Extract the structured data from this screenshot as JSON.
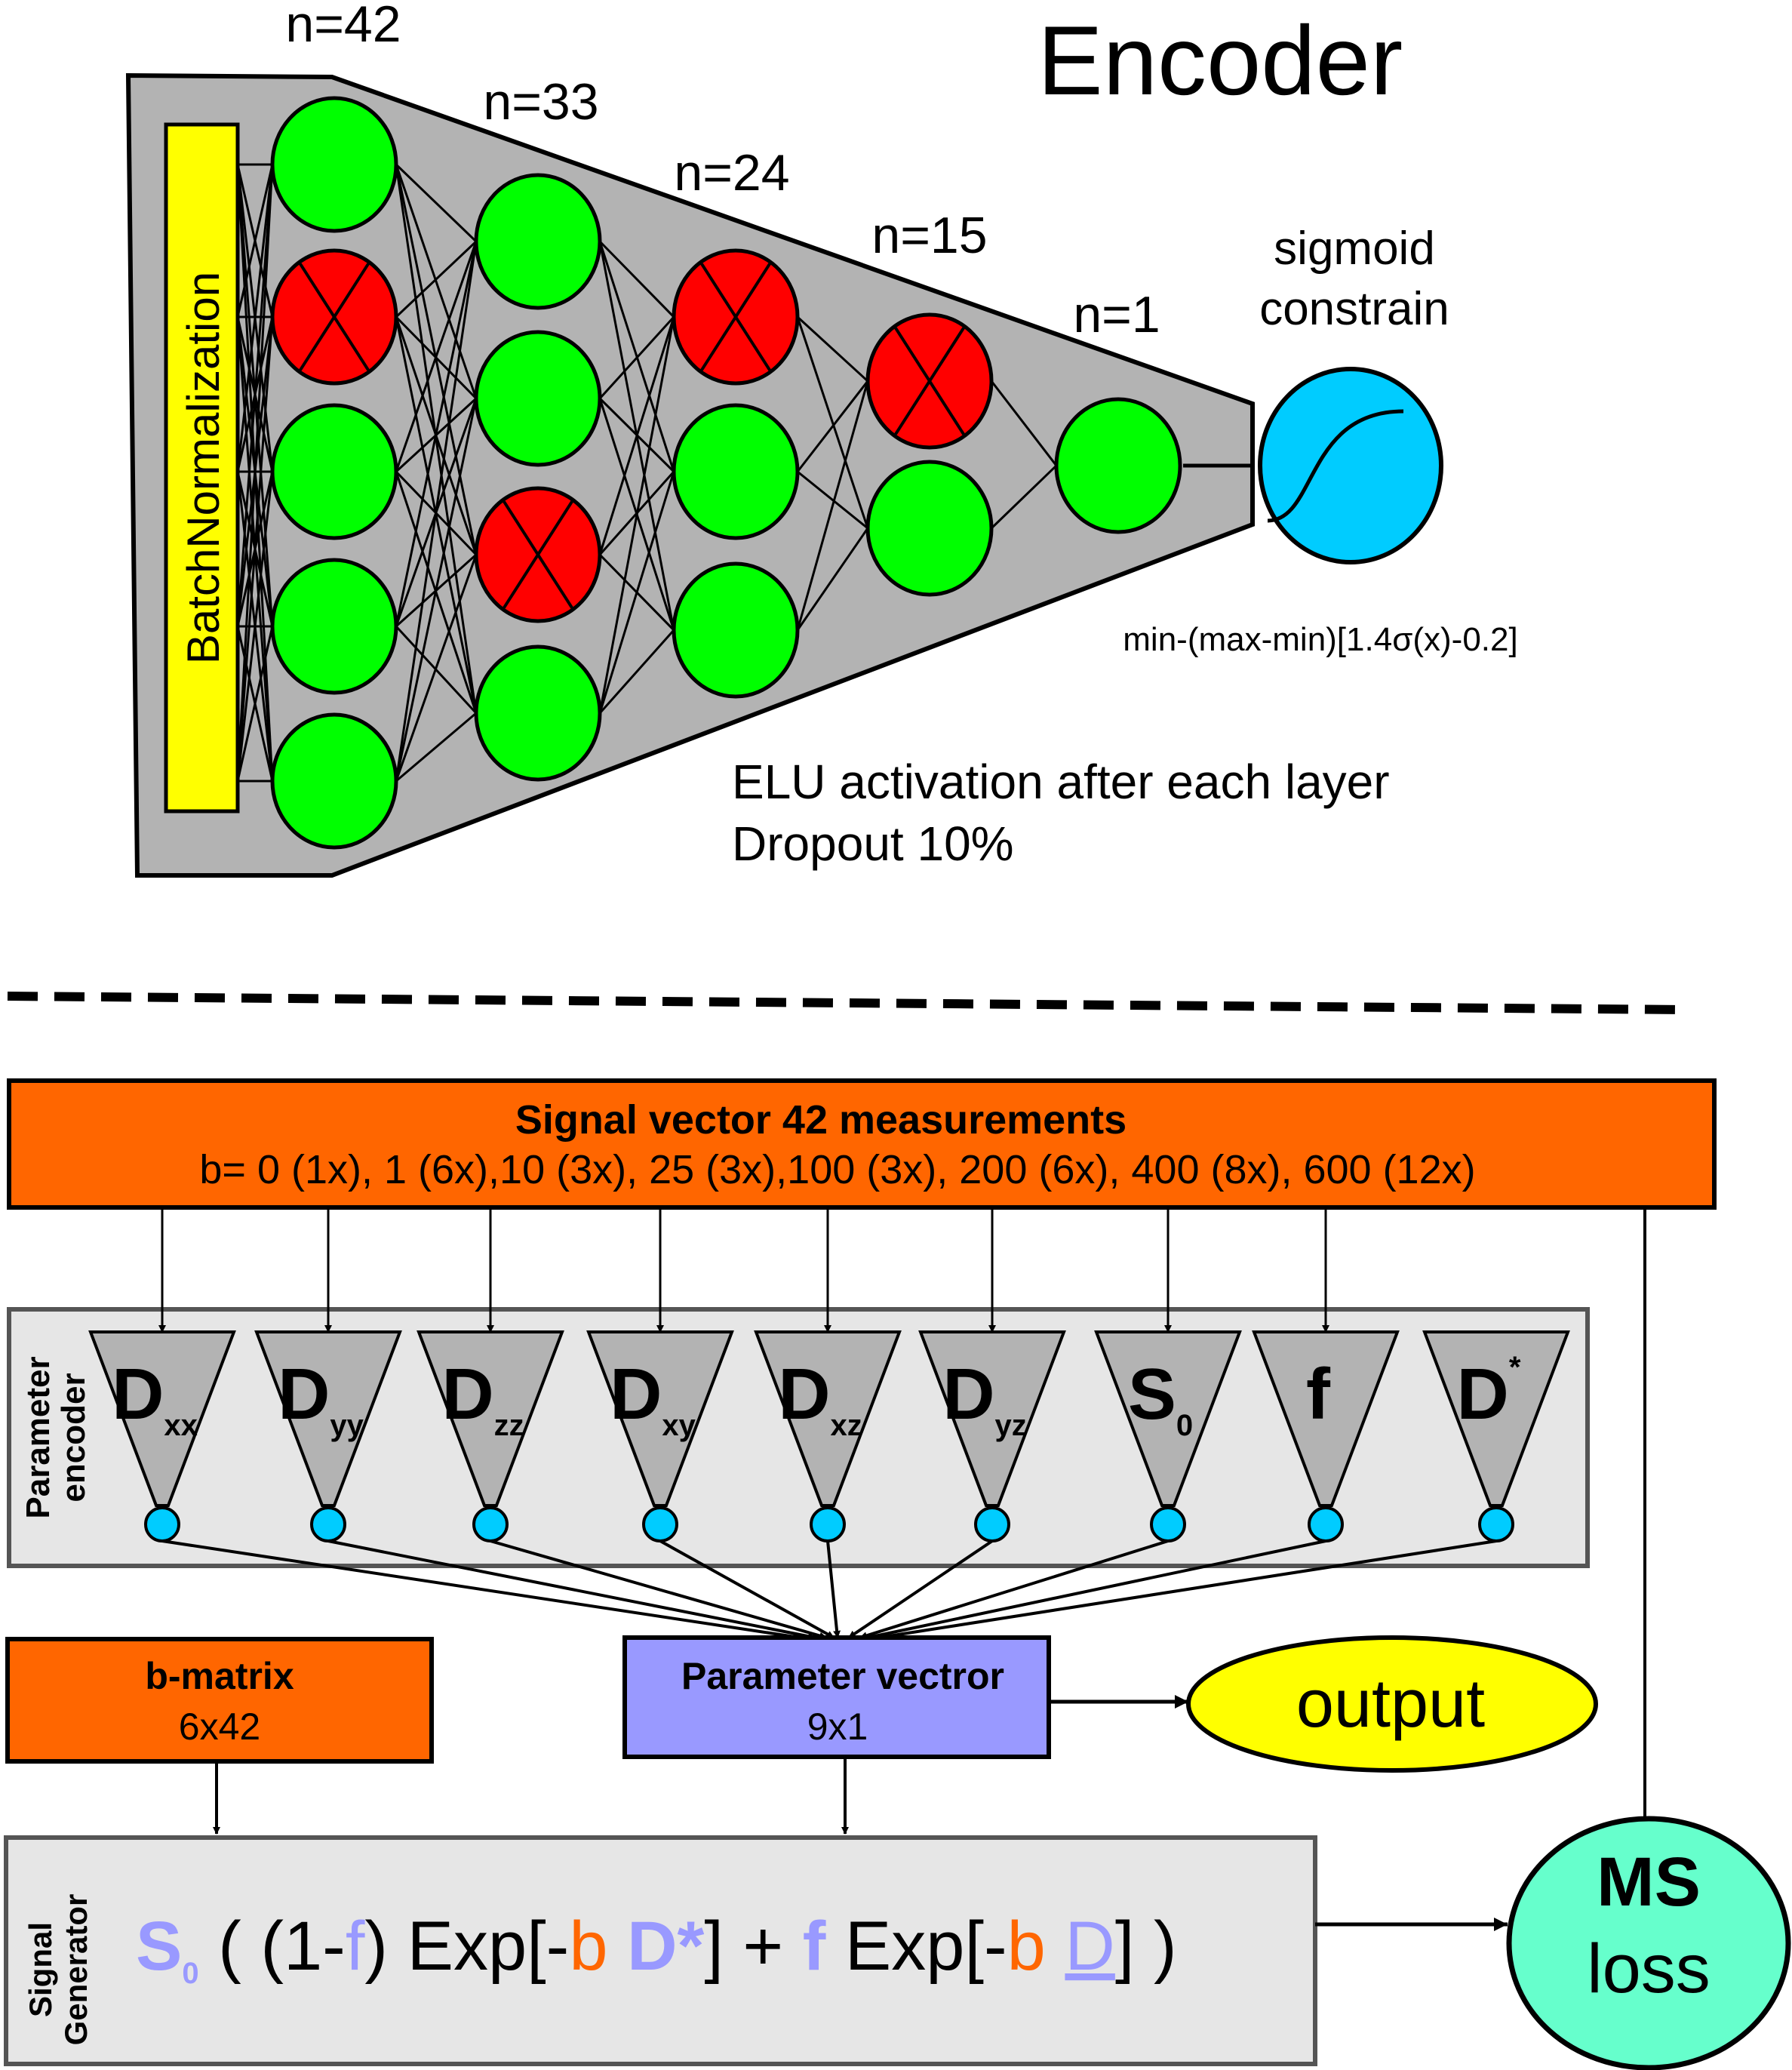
{
  "encoder": {
    "title": "Encoder",
    "batchnorm_label": "BatchNormalization",
    "layers": [
      {
        "label": "n=42",
        "nodes": [
          "active",
          "dropped",
          "active",
          "active",
          "active"
        ]
      },
      {
        "label": "n=33",
        "nodes": [
          "active",
          "active",
          "dropped",
          "active"
        ]
      },
      {
        "label": "n=24",
        "nodes": [
          "dropped",
          "active",
          "active"
        ]
      },
      {
        "label": "n=15",
        "nodes": [
          "dropped",
          "active"
        ]
      },
      {
        "label": "n=1",
        "nodes": [
          "active"
        ]
      }
    ],
    "sigmoid_label_line1": "sigmoid",
    "sigmoid_label_line2": "constrain",
    "sigmoid_formula": "min-(max-min)[1.4σ(x)-0.2]",
    "note_line1": "ELU activation after each layer",
    "note_line2": "Dropout 10%",
    "colors": {
      "active": "#00ff00",
      "dropped": "#ff0000",
      "sigmoid": "#00ccff",
      "batchnorm": "#ffff00",
      "body": "#b3b3b3"
    }
  },
  "signal_vector": {
    "title": "Signal vector 42 measurements",
    "bvalues": "b= 0 (1x), 1 (6x),10 (3x), 25 (3x),100 (3x), 200 (6x), 400 (8x), 600 (12x)",
    "color": "#ff6600"
  },
  "parameter_encoder": {
    "label_line1": "Parameter",
    "label_line2": "encoder",
    "params": [
      {
        "main": "D",
        "sub": "xx",
        "sup": ""
      },
      {
        "main": "D",
        "sub": "yy",
        "sup": ""
      },
      {
        "main": "D",
        "sub": "zz",
        "sup": ""
      },
      {
        "main": "D",
        "sub": "xy",
        "sup": ""
      },
      {
        "main": "D",
        "sub": "xz",
        "sup": ""
      },
      {
        "main": "D",
        "sub": "yz",
        "sup": ""
      },
      {
        "main": "S",
        "sub": "0",
        "sup": ""
      },
      {
        "main": "f",
        "sub": "",
        "sup": ""
      },
      {
        "main": "D",
        "sub": "",
        "sup": "*"
      }
    ]
  },
  "bmatrix": {
    "title": "b-matrix",
    "dims": "6x42",
    "color": "#ff6600"
  },
  "param_vector": {
    "title": "Parameter vectror",
    "dims": "9x1",
    "color": "#9999ff"
  },
  "output": {
    "label": "output",
    "color": "#ffff00"
  },
  "signal_generator": {
    "label_line1": "Signal",
    "label_line2": "Generator",
    "formula": [
      {
        "text": "S",
        "color": "#9999ff",
        "bold": true
      },
      {
        "text": "0",
        "color": "#9999ff",
        "bold": true,
        "sub": true
      },
      {
        "text": " ( (1-",
        "color": "#000000"
      },
      {
        "text": "f",
        "color": "#9999ff"
      },
      {
        "text": ") Exp[-",
        "color": "#000000"
      },
      {
        "text": "b",
        "color": "#ff6600"
      },
      {
        "text": " ",
        "color": "#000000"
      },
      {
        "text": "D*",
        "color": "#9999ff",
        "bold": true
      },
      {
        "text": "] + ",
        "color": "#000000"
      },
      {
        "text": "f",
        "color": "#9999ff",
        "bold": true
      },
      {
        "text": " Exp[-",
        "color": "#000000"
      },
      {
        "text": "b",
        "color": "#ff6600"
      },
      {
        "text": " ",
        "color": "#000000"
      },
      {
        "text": "D",
        "color": "#9999ff",
        "underline": true
      },
      {
        "text": "] )",
        "color": "#000000"
      }
    ]
  },
  "loss": {
    "line1": "MS",
    "line2": "loss",
    "color": "#66ffcc"
  }
}
